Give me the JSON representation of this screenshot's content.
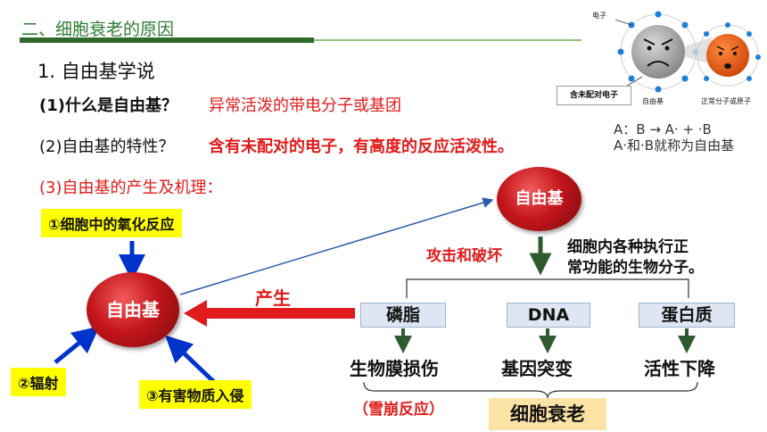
{
  "section_title": "二、细胞衰老的原因",
  "heading": "1. 自由基学说",
  "q1": {
    "label": "(1)什么是自由基？",
    "answer": "异常活泼的带电分子或基团"
  },
  "q2": {
    "label": "(2)自由基的特性？",
    "answer": "含有未配对的电子，有高度的反应活泼性。"
  },
  "q3": {
    "label": "(3)自由基的产生及机理："
  },
  "sources": {
    "s1": "①细胞中的氧化反应",
    "s2": "②辐射",
    "s3": "③有害物质入侵"
  },
  "free_radical_main": "自由基",
  "free_radical_top": "自由基",
  "produce_label": "产生",
  "attack_label": "攻击和破坏",
  "biomolecules_text": [
    "细胞内各种执行正",
    "常功能的生物分子。"
  ],
  "targets": [
    "磷脂",
    "DNA",
    "蛋白质"
  ],
  "outcomes": [
    "生物膜损伤",
    "基因突变",
    "活性下降"
  ],
  "avalanche": "（雪崩反应）",
  "aging": "细胞衰老",
  "illustration": {
    "electron": "电子",
    "unpaired_label": "含未配对电子",
    "free_radical": "自由基",
    "normal_molecule": "正常分子或原子",
    "equation": "A：B → A· + ·B",
    "equation_note": "A·和·B就称为自由基"
  },
  "colors": {
    "red": "#e01b1b",
    "yellow": "#ffff00",
    "blue": "#0033cc",
    "green": "#2e6b2a"
  }
}
